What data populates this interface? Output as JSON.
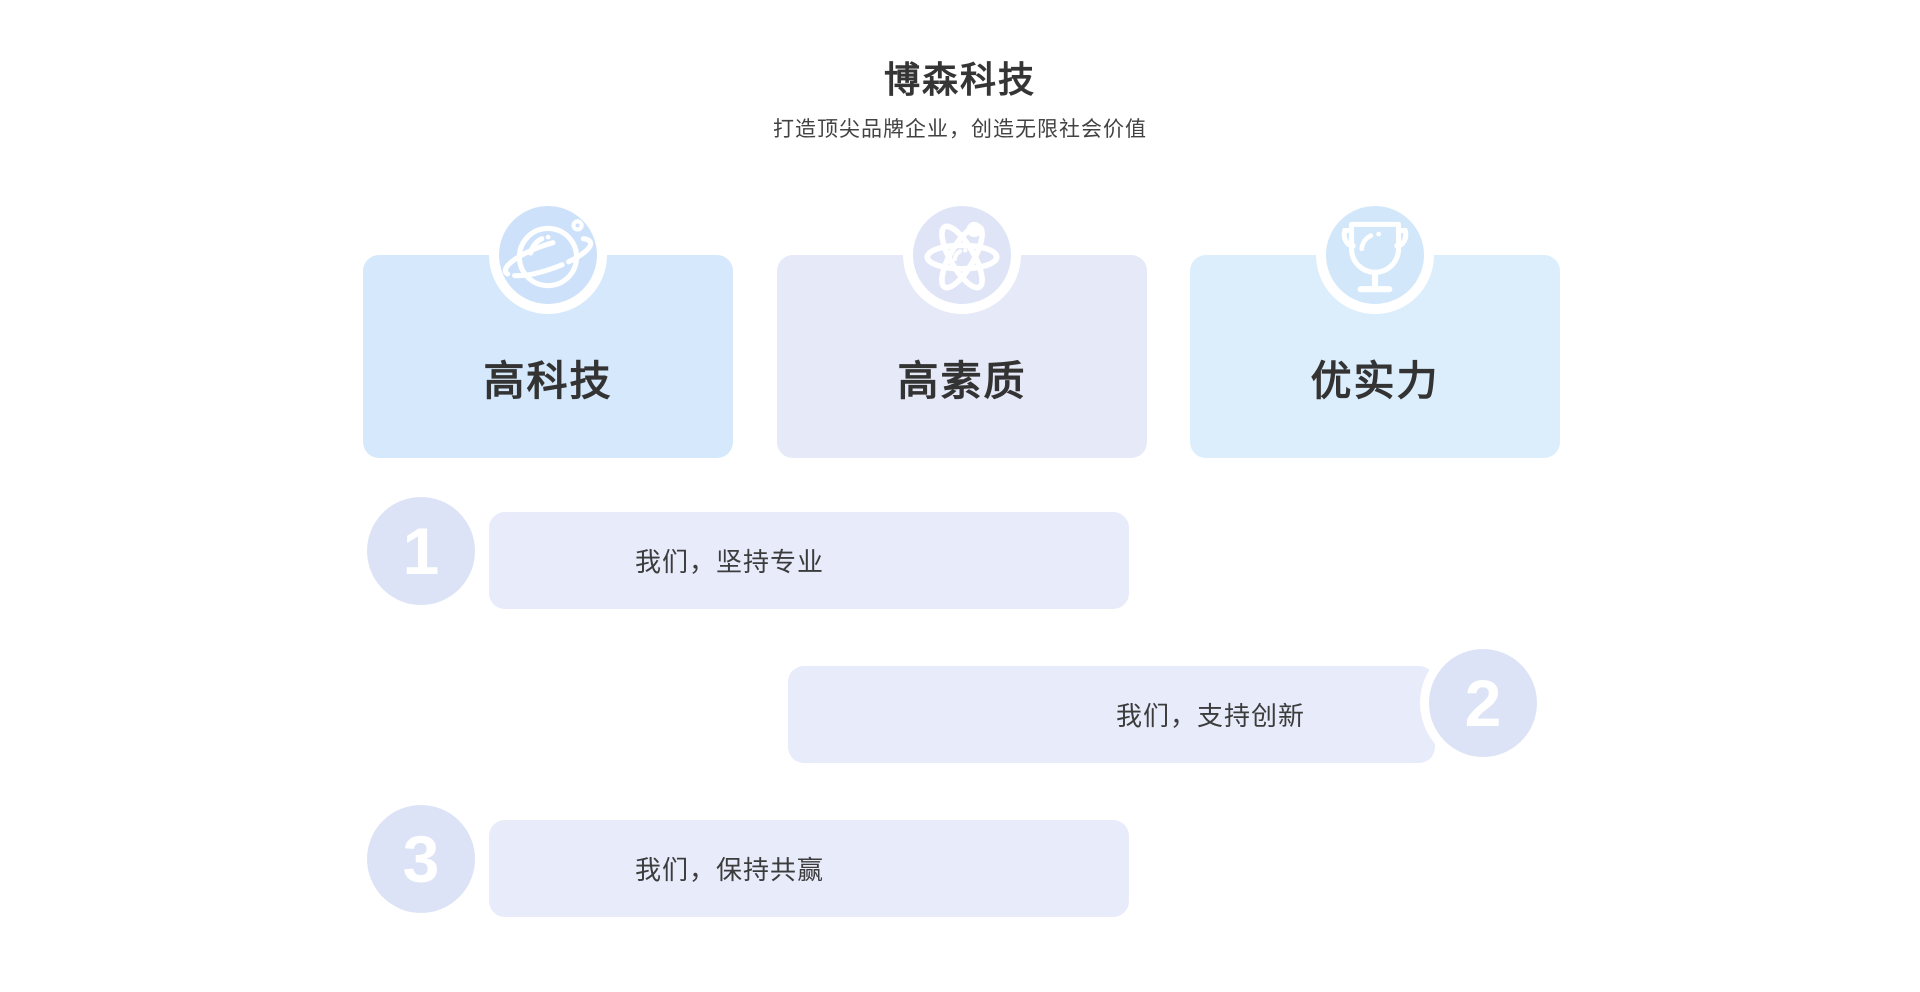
{
  "header": {
    "title": "博森科技",
    "subtitle": "打造顶尖品牌企业，创造无限社会价值"
  },
  "features": [
    {
      "label": "高科技",
      "icon": "planet-icon",
      "card_bg": "#d6e9fc",
      "circle_bg": "#cde2fa"
    },
    {
      "label": "高素质",
      "icon": "atom-icon",
      "card_bg": "#e5e9f8",
      "circle_bg": "#dfe5f7"
    },
    {
      "label": "优实力",
      "icon": "trophy-icon",
      "card_bg": "#dceefc",
      "circle_bg": "#d2e7fa"
    }
  ],
  "steps": [
    {
      "number": "1",
      "text": "我们，坚持专业",
      "side": "left"
    },
    {
      "number": "2",
      "text": "我们，支持创新",
      "side": "right"
    },
    {
      "number": "3",
      "text": "我们，保持共赢",
      "side": "left"
    }
  ],
  "style": {
    "page_bg": "#ffffff",
    "bar_bg": "#e7ebfa",
    "step_circle_bg": "#dde3f6",
    "number_color": "#ffffff",
    "title_color": "#353535",
    "body_text_color": "#3c3c3c",
    "icon_color": "#ffffff"
  }
}
